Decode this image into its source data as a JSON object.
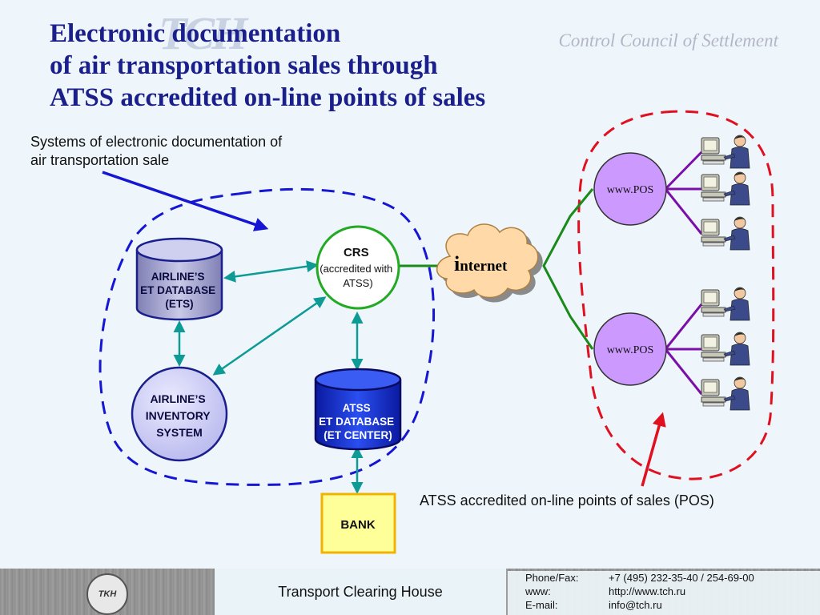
{
  "title_lines": [
    "Electronic documentation",
    "of air transportation sales through",
    "ATSS accredited on-line points of sales"
  ],
  "header_right": "Control Council of Settlement",
  "logo_text": "TCH",
  "annotation_left_lines": [
    "Systems of electronic documentation of",
    "air transportation sale"
  ],
  "annotation_right": "ATSS accredited on-line points of sales (POS)",
  "nodes": {
    "airline_db": [
      "AIRLINE’S",
      "ET DATABASE",
      "(ETS)"
    ],
    "inventory": [
      "AIRLINE’S",
      "INVENTORY",
      "SYSTEM"
    ],
    "crs": [
      "CRS",
      "(accredited with",
      "ATSS)"
    ],
    "atss_db": [
      "ATSS",
      "ET DATABASE",
      "(ET CENTER)"
    ],
    "bank": "BANK",
    "internet_initial": "i",
    "internet_rest": "nternet",
    "pos_top": "www.POS",
    "pos_bottom": "www.POS"
  },
  "colors": {
    "title": "#1a1f8c",
    "teal_arrow": "#0e9b96",
    "blue_arrow": "#1515d4",
    "red_arrow": "#e01020",
    "green_link": "#1a8a1a",
    "purple_link": "#7a10a8",
    "pos_fill": "#cc99ff",
    "crs_stroke": "#22aa22",
    "bank_fill": "#ffff99"
  },
  "footer": {
    "center_text": "Transport Clearing House",
    "logo_text": "TKH",
    "contacts": [
      {
        "label": "Phone/Fax:",
        "value": "+7 (495) 232-35-40 / 254-69-00"
      },
      {
        "label": "www:",
        "value": "http://www.tch.ru"
      },
      {
        "label": "E-mail:",
        "value": "info@tch.ru"
      }
    ]
  }
}
